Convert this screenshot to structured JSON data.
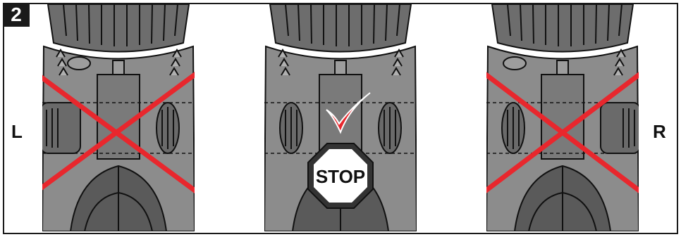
{
  "figure": {
    "step_number": "2",
    "left_label": "L",
    "right_label": "R",
    "stop_text": "STOP",
    "panels": [
      {
        "id": "left",
        "status": "incorrect",
        "marker": "red-x-icon"
      },
      {
        "id": "center",
        "status": "correct",
        "marker": "red-checkmark-icon"
      },
      {
        "id": "right",
        "status": "incorrect",
        "marker": "red-x-icon"
      }
    ]
  },
  "colors": {
    "body": "#8c8c8c",
    "body_dark": "#5a5a5a",
    "outline": "#111111",
    "red": "#e8272d",
    "stop_outer": "#333333"
  }
}
